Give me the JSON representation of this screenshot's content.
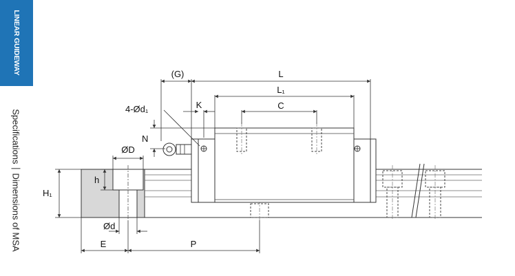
{
  "sidebar": {
    "category": "LINEAR GUIDEWAY",
    "title_left": "Specifications",
    "title_right": "Dimensions of MSA"
  },
  "labels": {
    "G": "(G)",
    "L": "L",
    "L1": "L₁",
    "C": "C",
    "K": "K",
    "holes": "4-Ød₁",
    "N": "N",
    "OD": "ØD",
    "h": "h",
    "H1": "H₁",
    "od": "Ød",
    "E": "E",
    "P": "P"
  },
  "colors": {
    "accent": "#1f74b6",
    "line": "#333333",
    "shade": "#d8d8d8"
  }
}
